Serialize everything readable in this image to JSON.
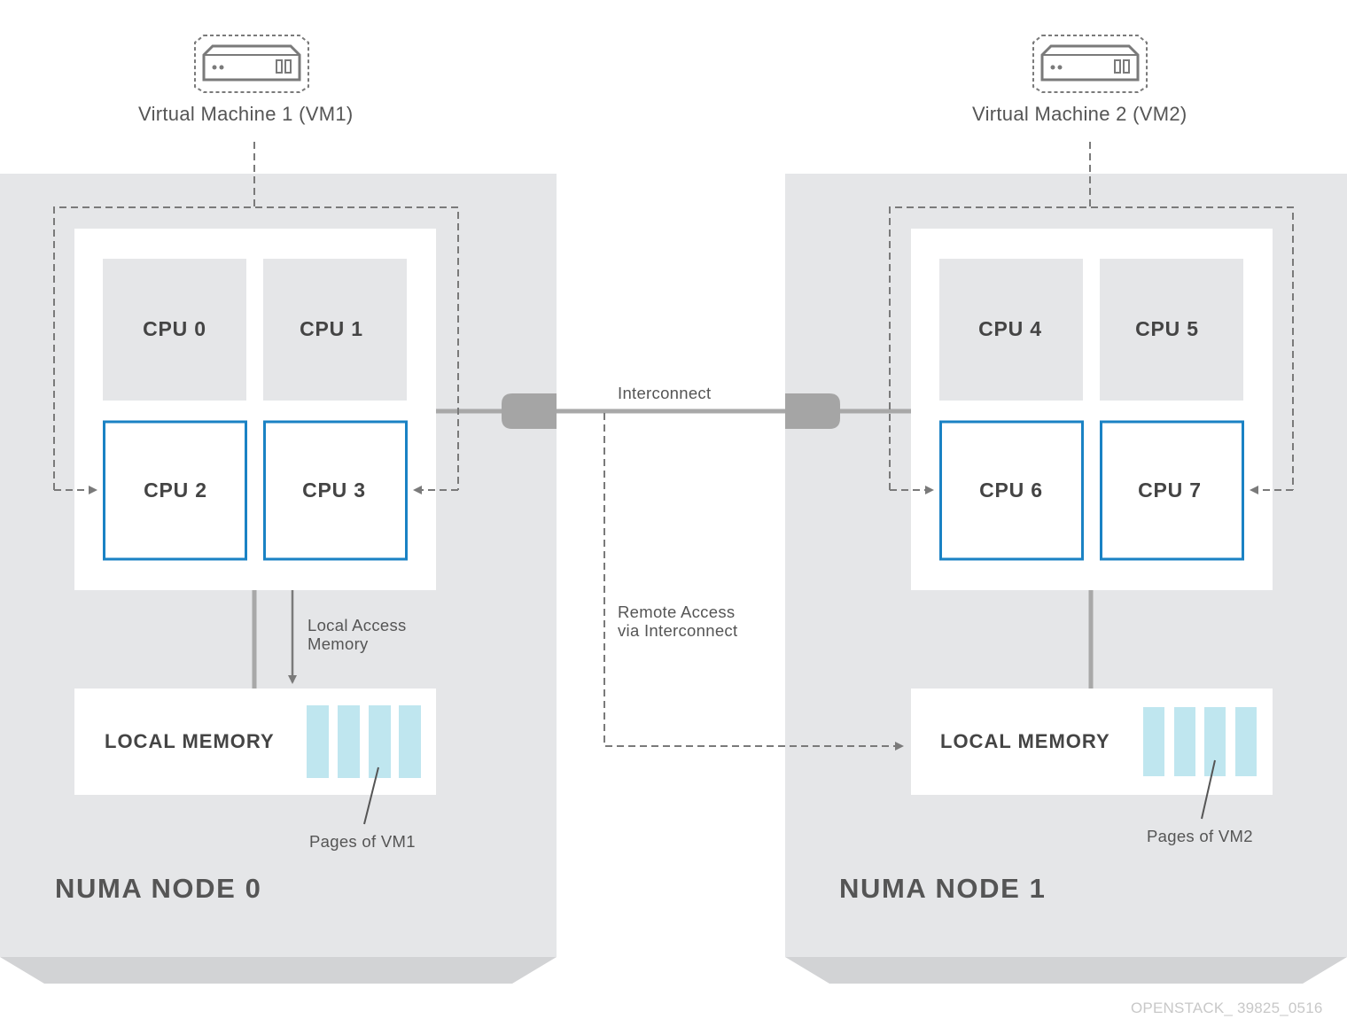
{
  "virtual_machines": [
    {
      "label": "Virtual Machine 1 (VM1)",
      "icon": "server-icon"
    },
    {
      "label": "Virtual Machine 2 (VM2)",
      "icon": "server-icon"
    }
  ],
  "numa_nodes": [
    {
      "label": "NUMA NODE 0",
      "cpus": [
        "CPU 0",
        "CPU 1",
        "CPU 2",
        "CPU 3"
      ],
      "pinned_cpus": [
        "CPU 2",
        "CPU 3"
      ],
      "memory_label": "LOCAL MEMORY",
      "pages_label": "Pages of VM1"
    },
    {
      "label": "NUMA NODE 1",
      "cpus": [
        "CPU 4",
        "CPU 5",
        "CPU 6",
        "CPU 7"
      ],
      "pinned_cpus": [
        "CPU 6",
        "CPU 7"
      ],
      "memory_label": "LOCAL MEMORY",
      "pages_label": "Pages of VM2"
    }
  ],
  "connections": {
    "interconnect": "Interconnect",
    "local_access": "Local Access\nMemory",
    "remote_access": "Remote Access\nvia Interconnect"
  },
  "footer": "OPENSTACK_ 39825_0516",
  "colors": {
    "node_fill": "#e5e6e8",
    "node_base": "#d2d3d5",
    "cpu_fill": "#e5e6e8",
    "cpu_pinned_border": "#1a82c4",
    "memory_page": "#bfe6ef",
    "line_gray": "#a8a8a8",
    "dashed_gray": "#7a7a7a"
  }
}
